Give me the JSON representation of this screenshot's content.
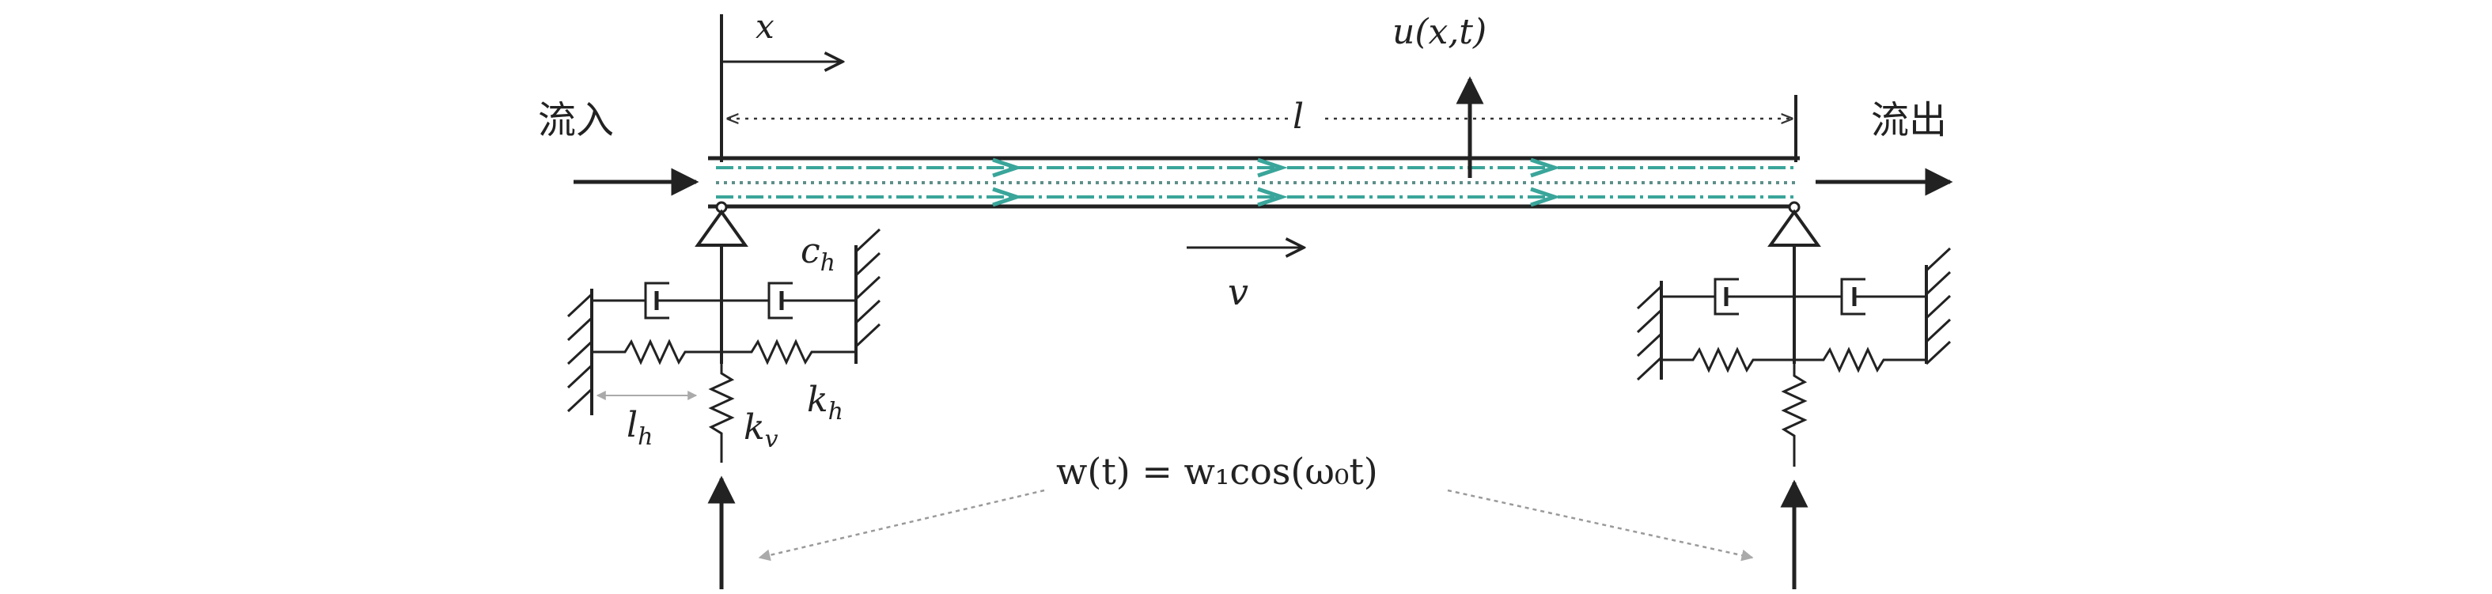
{
  "labels": {
    "inflow": "流入",
    "outflow": "流出",
    "x_axis": "x",
    "length": "l",
    "deflection": "u(x,t)",
    "velocity": "v",
    "damping_h": "c",
    "damping_h_sub": "h",
    "spring_h": "k",
    "spring_h_sub": "h",
    "spring_v": "k",
    "spring_v_sub": "v",
    "offset": "l",
    "offset_sub": "h",
    "excitation": "w(t) = w₁cos(ω₀t)"
  },
  "colors": {
    "line": "#222222",
    "fluid": "#3aa59a",
    "guide": "#9a9a9a"
  }
}
